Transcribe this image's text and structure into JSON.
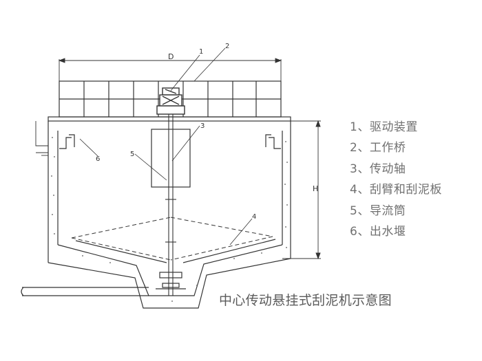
{
  "diagram": {
    "dimension_labels": {
      "diameter": "D",
      "height": "H"
    },
    "callouts": [
      "1",
      "2",
      "3",
      "4",
      "5",
      "6"
    ],
    "legend": [
      "1、驱动装置",
      "2、工作桥",
      "3、传动轴",
      "4、刮臂和刮泥板",
      "5、导流筒",
      "6、出水堰"
    ],
    "caption": "中心传动悬挂式刮泥机示意图"
  }
}
